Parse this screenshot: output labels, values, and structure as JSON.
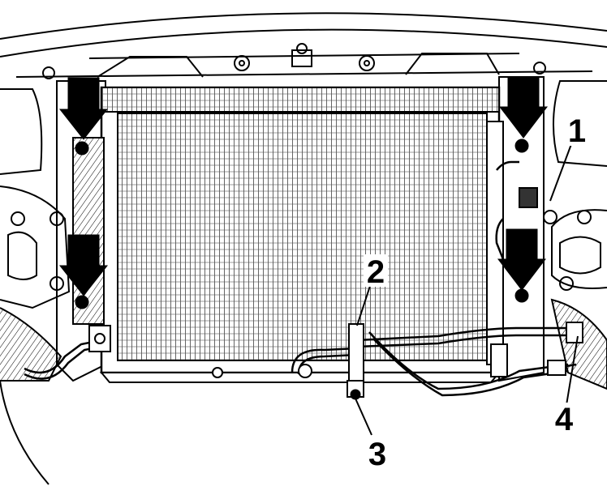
{
  "diagram": {
    "callouts": [
      {
        "id": "1",
        "label": "1"
      },
      {
        "id": "2",
        "label": "2"
      },
      {
        "id": "3",
        "label": "3"
      },
      {
        "id": "4",
        "label": "4"
      }
    ],
    "icons": [
      "down-arrow-icon",
      "bolt-icon"
    ],
    "colors": {
      "line": "#000000",
      "background": "#ffffff",
      "shade": "#d9d9d9"
    }
  }
}
